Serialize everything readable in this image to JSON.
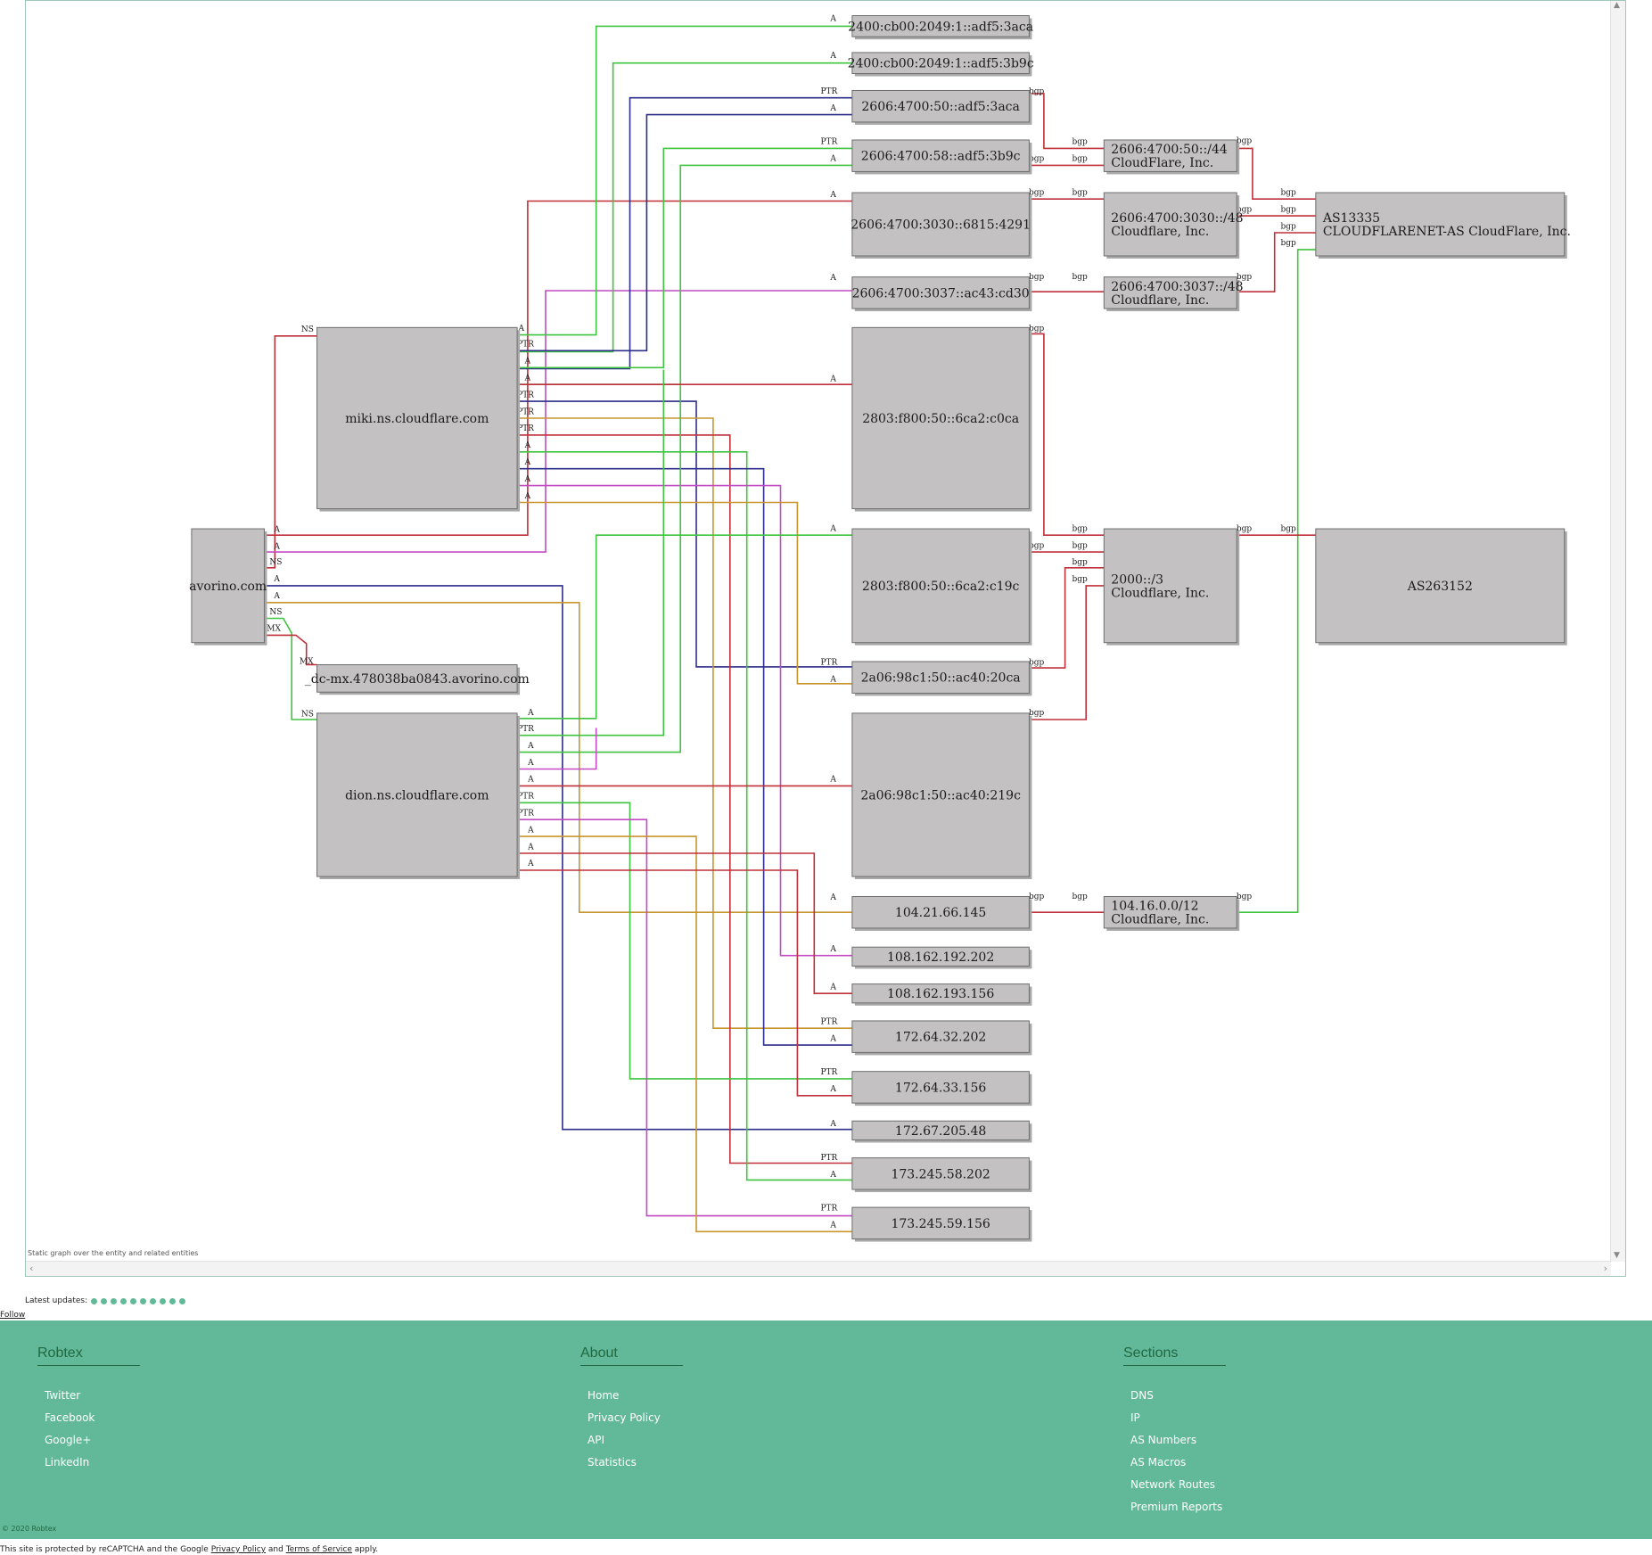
{
  "graph": {
    "caption": "Static graph over the entity and related entities",
    "nodes": {
      "avorino": "avorino.com",
      "miki": "miki.ns.cloudflare.com",
      "dion": "dion.ns.cloudflare.com",
      "dcmx": "_dc-mx.478038ba0843.avorino.com",
      "ip_2400_3aca": "2400:cb00:2049:1::adf5:3aca",
      "ip_2400_3b9c": "2400:cb00:2049:1::adf5:3b9c",
      "ip_2606_3aca": "2606:4700:50::adf5:3aca",
      "ip_2606_3b9c": "2606:4700:58::adf5:3b9c",
      "ip_2606_6815": "2606:4700:3030::6815:4291",
      "ip_2606_cd30": "2606:4700:3037::ac43:cd30",
      "ip_2803_c0ca": "2803:f800:50::6ca2:c0ca",
      "ip_2803_c19c": "2803:f800:50::6ca2:c19c",
      "ip_2a06_20ca": "2a06:98c1:50::ac40:20ca",
      "ip_2a06_219c": "2a06:98c1:50::ac40:219c",
      "ip_104_21": "104.21.66.145",
      "ip_108_202": "108.162.192.202",
      "ip_108_156": "108.162.193.156",
      "ip_172_64_202": "172.64.32.202",
      "ip_172_64_156": "172.64.33.156",
      "ip_172_67": "172.67.205.48",
      "ip_173_202": "173.245.58.202",
      "ip_173_156": "173.245.59.156",
      "net_2606_44_a": "2606:4700:50::/44",
      "net_2606_44_b": "CloudFlare, Inc.",
      "net_3030_a": "2606:4700:3030::/48",
      "net_3030_b": "Cloudflare, Inc.",
      "net_3037_a": "2606:4700:3037::/48",
      "net_3037_b": "Cloudflare, Inc.",
      "net_2000_a": "2000::/3",
      "net_2000_b": "Cloudflare, Inc.",
      "net_104_a": "104.16.0.0/12",
      "net_104_b": "Cloudflare, Inc.",
      "as13335_a": "AS13335",
      "as13335_b": "CLOUDFLARENET-AS CloudFlare, Inc.",
      "as263152": "AS263152"
    },
    "edge_labels": {
      "a": "A",
      "ptr": "PTR",
      "ns": "NS",
      "mx": "MX",
      "bgp": "bgp"
    },
    "colors": {
      "green": "#3ec43e",
      "navy": "#2d2d8a",
      "magenta": "#c44ac4",
      "red": "#c0303a",
      "gold": "#c8952e",
      "node_fill": "#c3c1c2"
    }
  },
  "latest_updates_label": "Latest updates:",
  "follow_label": "Follow",
  "footer": {
    "robtex": {
      "heading": "Robtex",
      "links": [
        "Twitter",
        "Facebook",
        "Google+",
        "LinkedIn"
      ]
    },
    "about": {
      "heading": "About",
      "links": [
        "Home",
        "Privacy Policy",
        "API",
        "Statistics"
      ]
    },
    "sections": {
      "heading": "Sections",
      "links": [
        "DNS",
        "IP",
        "AS Numbers",
        "AS Macros",
        "Network Routes",
        "Premium Reports"
      ]
    },
    "copyright": "© 2020 Robtex"
  },
  "recaptcha": {
    "prefix": "This site is protected by reCAPTCHA and the Google",
    "privacy": "Privacy Policy",
    "and": "and",
    "terms": "Terms of Service",
    "suffix": "apply."
  }
}
